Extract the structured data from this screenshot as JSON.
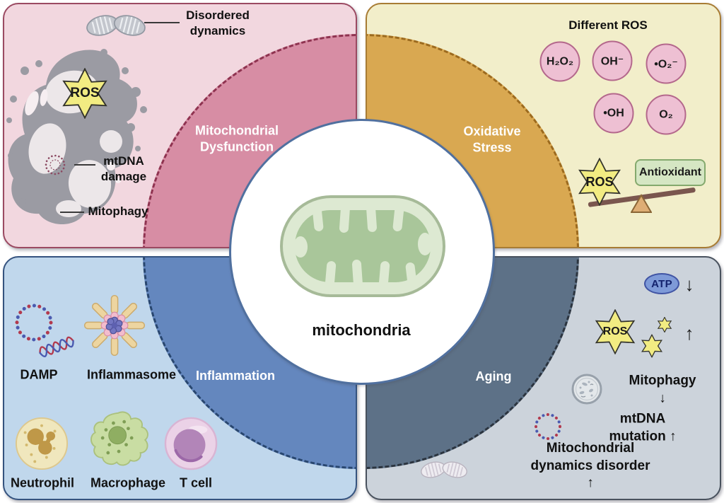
{
  "figure": {
    "title": "mitochondria four-quadrant diagram"
  },
  "colors": {
    "dysfunction_bg": "#f2d7df",
    "dysfunction_arc": "#d78da4",
    "dysfunction_border": "#9b4a62",
    "oxidative_bg": "#f2eeca",
    "oxidative_arc": "#d9a851",
    "oxidative_border": "#a87c34",
    "inflammation_bg": "#c0d7ec",
    "inflammation_arc": "#6487be",
    "inflammation_border": "#35537f",
    "aging_bg": "#ccd3db",
    "aging_arc": "#5d7187",
    "aging_border": "#49525e",
    "ros_star_fill": "#f2ec82",
    "ros_species_circle": "#eec0d3",
    "antioxidant_box": "#d5e6c3",
    "atp_fill": "#7e9ad8",
    "center_circle_border": "#50709f",
    "mito_outer": "#dde9d2",
    "mito_matrix": "#a9c69a"
  },
  "center": {
    "label": "mitochondria"
  },
  "dysfunction": {
    "label": "Mitochondrial\nDysfunction",
    "disordered_dynamics": "Disordered\ndynamics",
    "ros": "ROS",
    "mtdna_damage": "mtDNA\ndamage",
    "mitophagy": "Mitophagy"
  },
  "oxidative": {
    "label": "Oxidative\nStress",
    "different_ros_title": "Different ROS",
    "species": [
      "H₂O₂",
      "OH⁻",
      "•O₂⁻",
      "•OH",
      "O₂"
    ],
    "ros": "ROS",
    "antioxidant": "Antioxidant"
  },
  "inflammation": {
    "label": "Inflammation",
    "damp": "DAMP",
    "inflammasome": "Inflammasome",
    "neutrophil": "Neutrophil",
    "macrophage": "Macrophage",
    "tcell": "T cell"
  },
  "aging": {
    "label": "Aging",
    "atp": "ATP",
    "atp_arrow": "↓",
    "ros": "ROS",
    "ros_arrow": "↑",
    "mitophagy": "Mitophagy ↓",
    "mtdna_mutation": "mtDNA mutation ↑",
    "dynamics_disorder": "Mitochondrial dynamics disorder ↑"
  }
}
